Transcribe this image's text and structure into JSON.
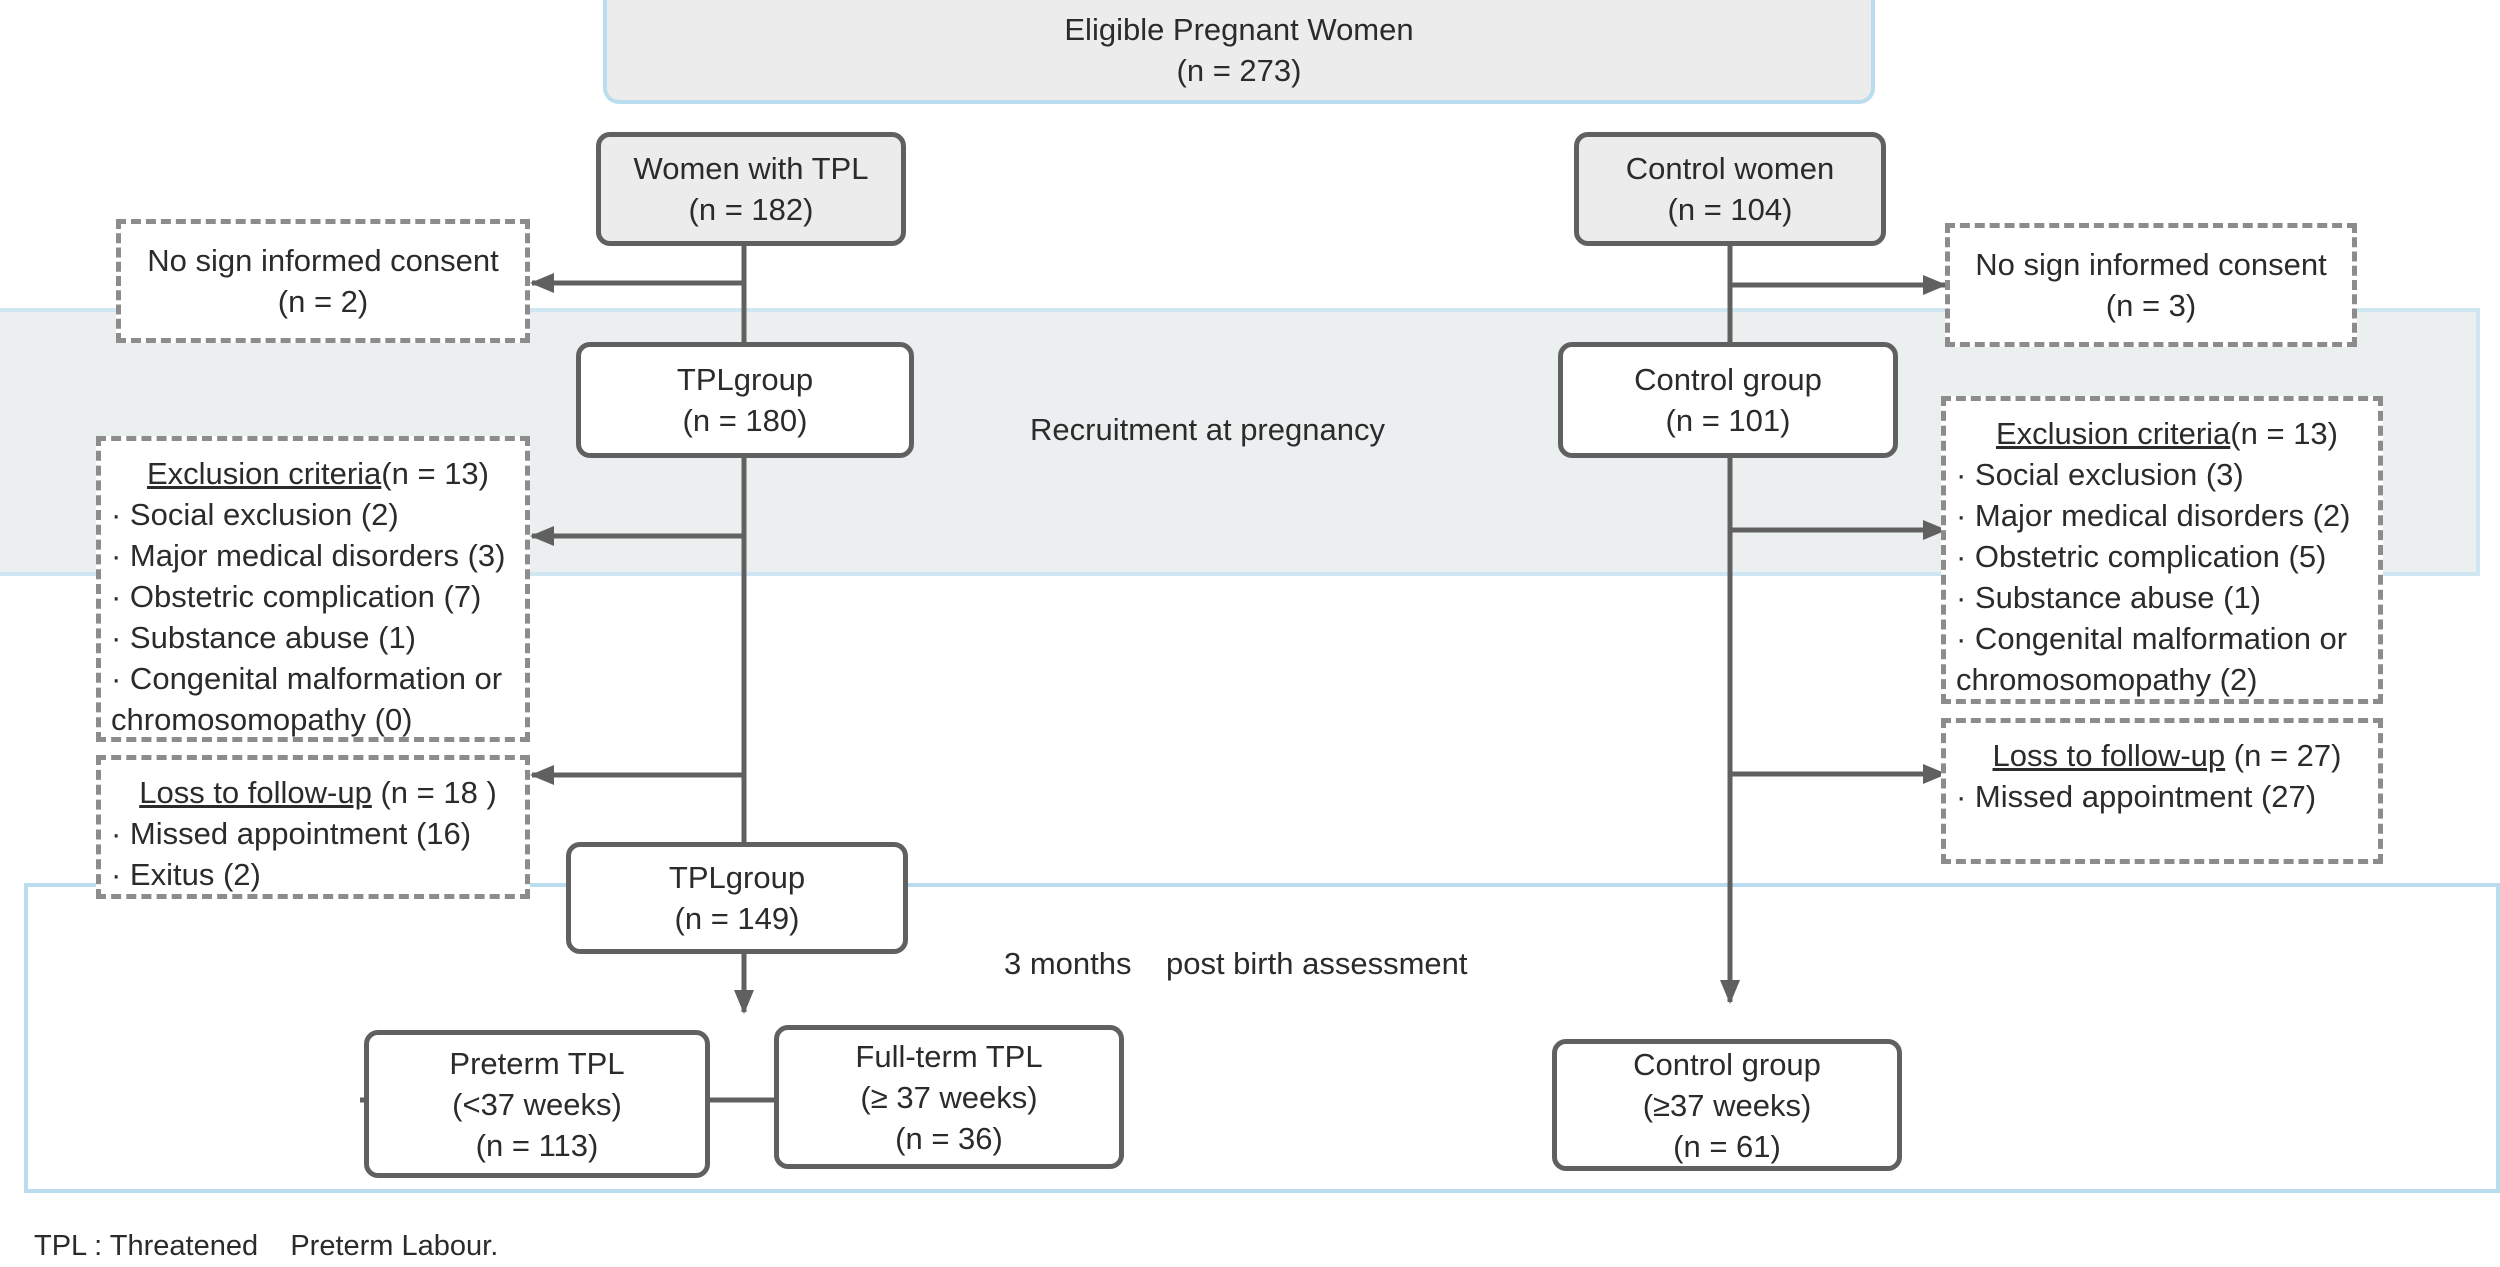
{
  "top": {
    "title": "Eligible Pregnant Women",
    "n": "(n = 273)"
  },
  "phases": {
    "recruitment": "Recruitment at pregnancy",
    "assessment": "3 months    post birth assessment"
  },
  "left": {
    "initial": {
      "title": "Women with TPL",
      "n": "(n = 182)"
    },
    "consent": {
      "title": "No sign informed consent",
      "n": "(n = 2)"
    },
    "group": {
      "title": "TPLgroup",
      "n": "(n = 180)"
    },
    "exclusion": {
      "heading": "Exclusion criteria",
      "n": "(n = 13)",
      "items": [
        "· Social exclusion (2)",
        "· Major medical disorders (3)",
        "· Obstetric complication (7)",
        "· Substance abuse (1)",
        "· Congenital malformation or",
        "chromosomopathy (0)"
      ]
    },
    "loss": {
      "heading": "Loss to follow-up",
      "n": " (n = 18 )",
      "items": [
        "· Missed appointment (16)",
        "· Exitus (2)"
      ]
    },
    "followup": {
      "title": "TPLgroup",
      "n": "(n = 149)"
    },
    "preterm": {
      "title": "Preterm TPL",
      "sub": "(<37 weeks)",
      "n": "(n = 113)"
    },
    "fullterm": {
      "title": "Full-term TPL",
      "sub": "(≥ 37 weeks)",
      "n": "(n = 36)"
    }
  },
  "right": {
    "initial": {
      "title": "Control women",
      "n": "(n = 104)"
    },
    "consent": {
      "title": "No sign informed consent",
      "n": "(n = 3)"
    },
    "group": {
      "title": "Control group",
      "n": "(n = 101)"
    },
    "exclusion": {
      "heading": "Exclusion criteria",
      "n": "(n = 13)",
      "items": [
        "· Social exclusion (3)",
        "· Major medical disorders (2)",
        "· Obstetric complication (5)",
        "· Substance abuse (1)",
        "· Congenital malformation or",
        "chromosomopathy (2)"
      ]
    },
    "loss": {
      "heading": "Loss to follow-up",
      "n": " (n = 27)",
      "items": [
        "· Missed appointment (27)"
      ]
    },
    "final": {
      "title": "Control group",
      "sub": "(≥37 weeks)",
      "n": "(n = 61)"
    }
  },
  "footnote": "TPL : Threatened    Preterm Labour.",
  "colors": {
    "band_fill": "#eceff0",
    "band_border": "#b9dcef",
    "box_border": "#606060",
    "dash": "#8c8c8c",
    "arrow": "#606060"
  }
}
